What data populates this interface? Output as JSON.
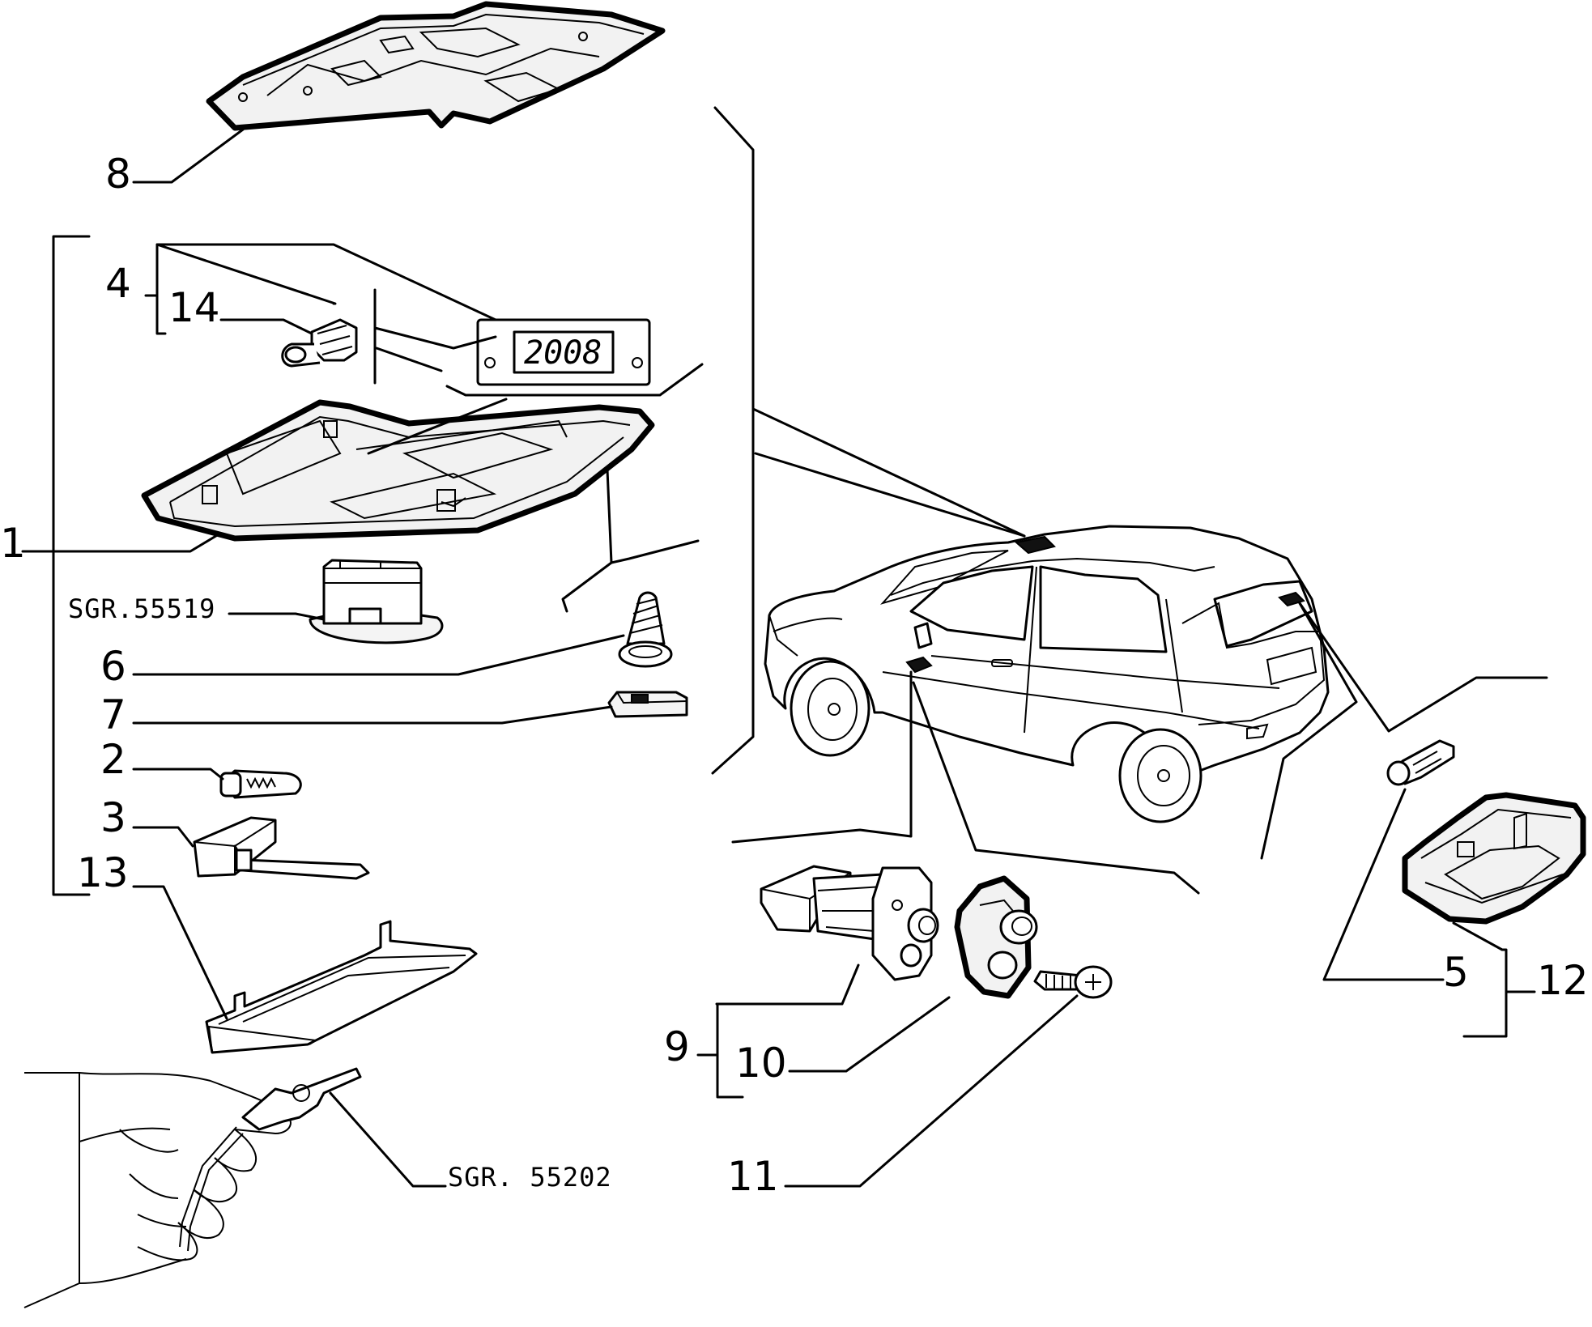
{
  "callouts": {
    "c1": "1",
    "c2": "2",
    "c3": "3",
    "c4": "4",
    "c5": "5",
    "c6": "6",
    "c7": "7",
    "c8": "8",
    "c9": "9",
    "c10": "10",
    "c11": "11",
    "c12": "12",
    "c13": "13",
    "c14": "14"
  },
  "tool_codes": {
    "bulb_socket_tool": "SGR.55519",
    "key_tool": "SGR. 55202"
  },
  "clock_display": "2008"
}
